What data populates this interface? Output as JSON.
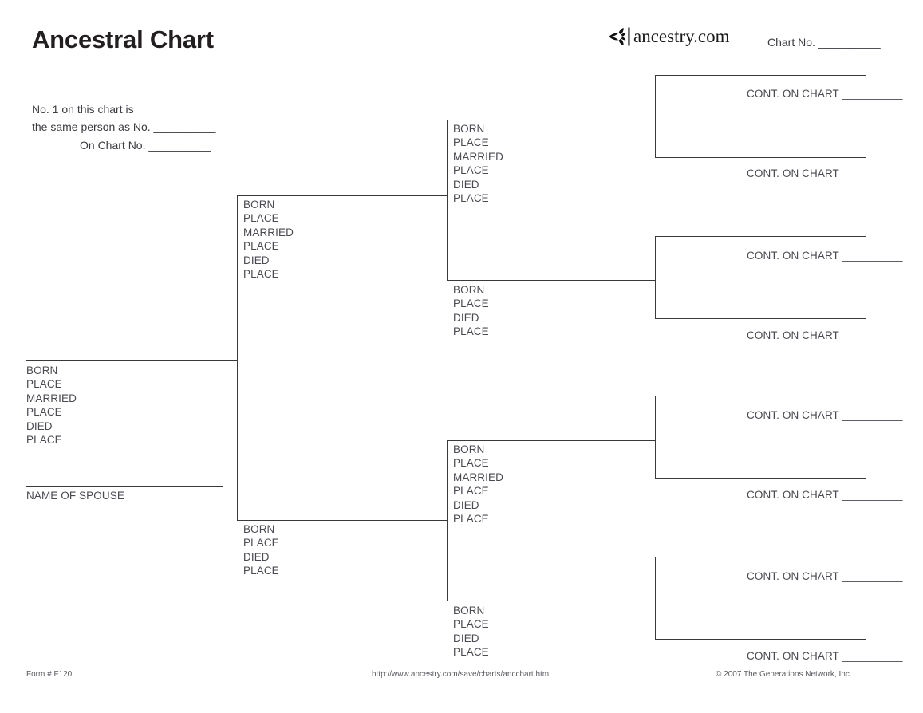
{
  "header": {
    "title": "Ancestral Chart",
    "brand_name": "ancestry",
    "brand_suffix": ".com",
    "brand_icon": "ancestry-leaf-icon",
    "chart_no_label": "Chart No. __________"
  },
  "notes": {
    "same_person_line1": "No. 1 on this chart is",
    "same_person_line2": "the same person as No. __________",
    "on_chart": "On Chart No. __________"
  },
  "labels": {
    "born": "BORN",
    "place": "PLACE",
    "married": "MARRIED",
    "died": "DIED",
    "name_of_spouse": "NAME OF SPOUSE",
    "cont_on_chart": "CONT. ON CHART __________"
  },
  "generation1": {
    "person": {
      "name_value": "",
      "fields": [
        "BORN",
        "PLACE",
        "MARRIED",
        "PLACE",
        "DIED",
        "PLACE"
      ],
      "spouse_name_value": "",
      "spouse_caption": "NAME OF SPOUSE"
    }
  },
  "generation2": [
    {
      "role": "father",
      "name_value": "",
      "fields": [
        "BORN",
        "PLACE",
        "MARRIED",
        "PLACE",
        "DIED",
        "PLACE"
      ]
    },
    {
      "role": "mother",
      "name_value": "",
      "fields": [
        "BORN",
        "PLACE",
        "DIED",
        "PLACE"
      ]
    }
  ],
  "generation3": [
    {
      "role": "paternal-grandfather",
      "name_value": "",
      "fields": [
        "BORN",
        "PLACE",
        "MARRIED",
        "PLACE",
        "DIED",
        "PLACE"
      ]
    },
    {
      "role": "paternal-grandmother",
      "name_value": "",
      "fields": [
        "BORN",
        "PLACE",
        "DIED",
        "PLACE"
      ]
    },
    {
      "role": "maternal-grandfather",
      "name_value": "",
      "fields": [
        "BORN",
        "PLACE",
        "MARRIED",
        "PLACE",
        "DIED",
        "PLACE"
      ]
    },
    {
      "role": "maternal-grandmother",
      "name_value": "",
      "fields": [
        "BORN",
        "PLACE",
        "DIED",
        "PLACE"
      ]
    }
  ],
  "generation4": [
    {
      "index": 1,
      "name_value": "",
      "cont_label": "CONT. ON CHART __________"
    },
    {
      "index": 2,
      "name_value": "",
      "cont_label": "CONT. ON CHART __________"
    },
    {
      "index": 3,
      "name_value": "",
      "cont_label": "CONT. ON CHART __________"
    },
    {
      "index": 4,
      "name_value": "",
      "cont_label": "CONT. ON CHART __________"
    },
    {
      "index": 5,
      "name_value": "",
      "cont_label": "CONT. ON CHART __________"
    },
    {
      "index": 6,
      "name_value": "",
      "cont_label": "CONT. ON CHART __________"
    },
    {
      "index": 7,
      "name_value": "",
      "cont_label": "CONT. ON CHART __________"
    },
    {
      "index": 8,
      "name_value": "",
      "cont_label": "CONT. ON CHART __________"
    }
  ],
  "footer": {
    "form_number": "Form # F120",
    "url": "http://www.ancestry.com/save/charts/ancchart.htm",
    "copyright": "© 2007 The Generations Network, Inc."
  },
  "colors": {
    "line": "#3a3a3a",
    "text": "#4a4a52",
    "title": "#231f20",
    "page_background": "#ffffff"
  }
}
